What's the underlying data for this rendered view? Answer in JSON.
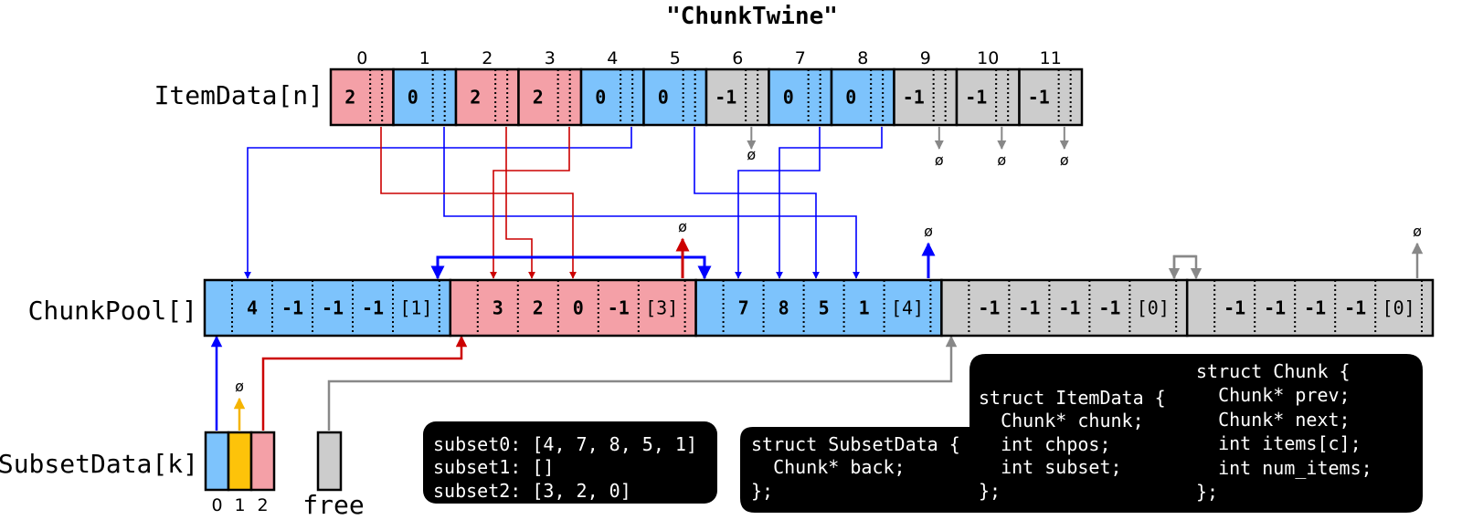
{
  "title": "\"ChunkTwine\"",
  "colors": {
    "blue": "#7dc3fc",
    "pink": "#f4a0a7",
    "gray": "#cccccc",
    "yellow": "#fdc30a",
    "blue_line": "#0000ff",
    "red_line": "#cc0000",
    "gray_line": "#888888",
    "yellow_line": "#f5b400"
  },
  "item_data": {
    "label": "ItemData[n]",
    "null_symbol": "ø",
    "indices": [
      "0",
      "1",
      "2",
      "3",
      "4",
      "5",
      "6",
      "7",
      "8",
      "9",
      "10",
      "11"
    ],
    "values": [
      "2",
      "0",
      "2",
      "2",
      "0",
      "0",
      "-1",
      "0",
      "0",
      "-1",
      "-1",
      "-1"
    ],
    "colors": [
      "pink",
      "blue",
      "pink",
      "pink",
      "blue",
      "blue",
      "gray",
      "blue",
      "blue",
      "gray",
      "gray",
      "gray"
    ]
  },
  "chunk_pool": {
    "label": "ChunkPool[]",
    "chunks": [
      {
        "items": [
          "4",
          "-1",
          "-1",
          "-1"
        ],
        "count": "[1]",
        "color": "blue"
      },
      {
        "items": [
          "3",
          "2",
          "0",
          "-1"
        ],
        "count": "[3]",
        "color": "pink"
      },
      {
        "items": [
          "7",
          "8",
          "5",
          "1"
        ],
        "count": "[4]",
        "color": "blue"
      },
      {
        "items": [
          "-1",
          "-1",
          "-1",
          "-1"
        ],
        "count": "[0]",
        "color": "gray"
      },
      {
        "items": [
          "-1",
          "-1",
          "-1",
          "-1"
        ],
        "count": "[0]",
        "color": "gray"
      }
    ]
  },
  "subset_data": {
    "label": "SubsetData[k]",
    "indices": [
      "0",
      "1",
      "2"
    ],
    "colors": [
      "blue",
      "yellow",
      "pink"
    ],
    "free_label": "free"
  },
  "subsets_box": {
    "lines": [
      "subset0: [4, 7, 8, 5, 1]",
      "subset1: []",
      "subset2: [3, 2, 0]"
    ]
  },
  "subset_struct": {
    "lines": [
      "struct SubsetData {",
      "  Chunk* back;",
      "};"
    ]
  },
  "itemdata_struct": {
    "lines": [
      "struct ItemData {",
      "  Chunk* chunk;",
      "  int chpos;",
      "  int subset;",
      "};"
    ]
  },
  "chunk_struct": {
    "lines": [
      "struct Chunk {",
      "  Chunk* prev;",
      "  Chunk* next;",
      "  int items[c];",
      "  int num_items;",
      "};"
    ]
  }
}
